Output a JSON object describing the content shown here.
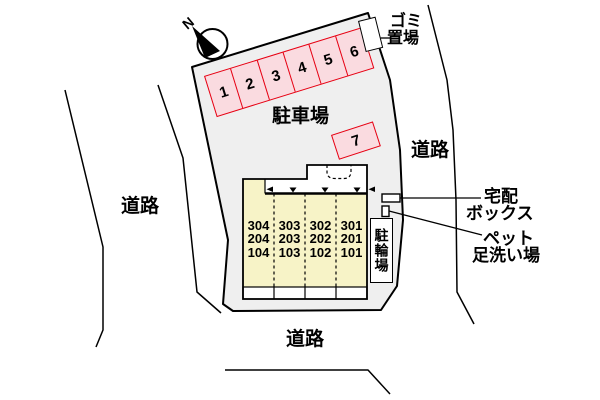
{
  "plan_title": "site-plan",
  "colors": {
    "site_fill": "#EFEFEF",
    "building_fill": "#F7F3C7",
    "stall_fill": "#FADBE0",
    "stall_border": "#E60012",
    "line": "#000000"
  },
  "compass": {
    "icon": "north-arrow-icon",
    "north_label": "N"
  },
  "labels": {
    "parking_lot": "駐車場",
    "road_left": "道路",
    "road_right": "道路",
    "road_bottom": "道路"
  },
  "parking": {
    "stalls": [
      "1",
      "2",
      "3",
      "4",
      "5",
      "6"
    ],
    "stall_7": "7"
  },
  "garbage": {
    "line1": "ゴミ",
    "line2": "置場"
  },
  "delivery_box": {
    "line1": "宅配",
    "line2": "ボックス"
  },
  "pet_wash": {
    "line1": "ペット",
    "line2": "足洗い場"
  },
  "bicycle": {
    "label": "駐輪場"
  },
  "building": {
    "rooms": [
      [
        "304",
        "303",
        "302",
        "301"
      ],
      [
        "204",
        "203",
        "202",
        "201"
      ],
      [
        "104",
        "103",
        "102",
        "101"
      ]
    ]
  }
}
